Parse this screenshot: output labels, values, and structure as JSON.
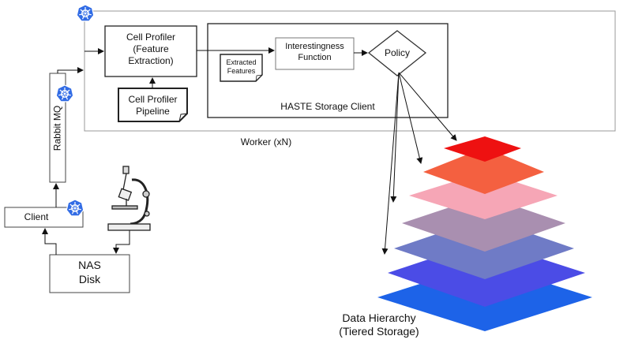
{
  "worker": {
    "label": "Worker (xN)"
  },
  "cell_profiler": {
    "line1": "Cell Profiler",
    "line2": "(Feature",
    "line3": "Extraction)"
  },
  "pipeline": {
    "line1": "Cell Profiler",
    "line2": "Pipeline"
  },
  "extracted": {
    "line1": "Extracted",
    "line2": "Features"
  },
  "interestingness": {
    "line1": "Interestingness",
    "line2": "Function"
  },
  "policy": {
    "label": "Policy"
  },
  "haste": {
    "label": "HASTE Storage Client"
  },
  "rabbit": {
    "label": "Rabbit MQ"
  },
  "client": {
    "label": "Client"
  },
  "nas": {
    "line1": "NAS",
    "line2": "Disk"
  },
  "hierarchy": {
    "line1": "Data Hierarchy",
    "line2": "(Tiered Storage)"
  },
  "colors": {
    "kubernetes": "#326ce5",
    "tiers": [
      "#ee1111",
      "#f46040",
      "#f6a6b6",
      "#a98fb0",
      "#6f7bc6",
      "#4b4ce6",
      "#1d63e8"
    ]
  },
  "icons": [
    "kubernetes-icon",
    "microscope-icon",
    "document-icon"
  ]
}
